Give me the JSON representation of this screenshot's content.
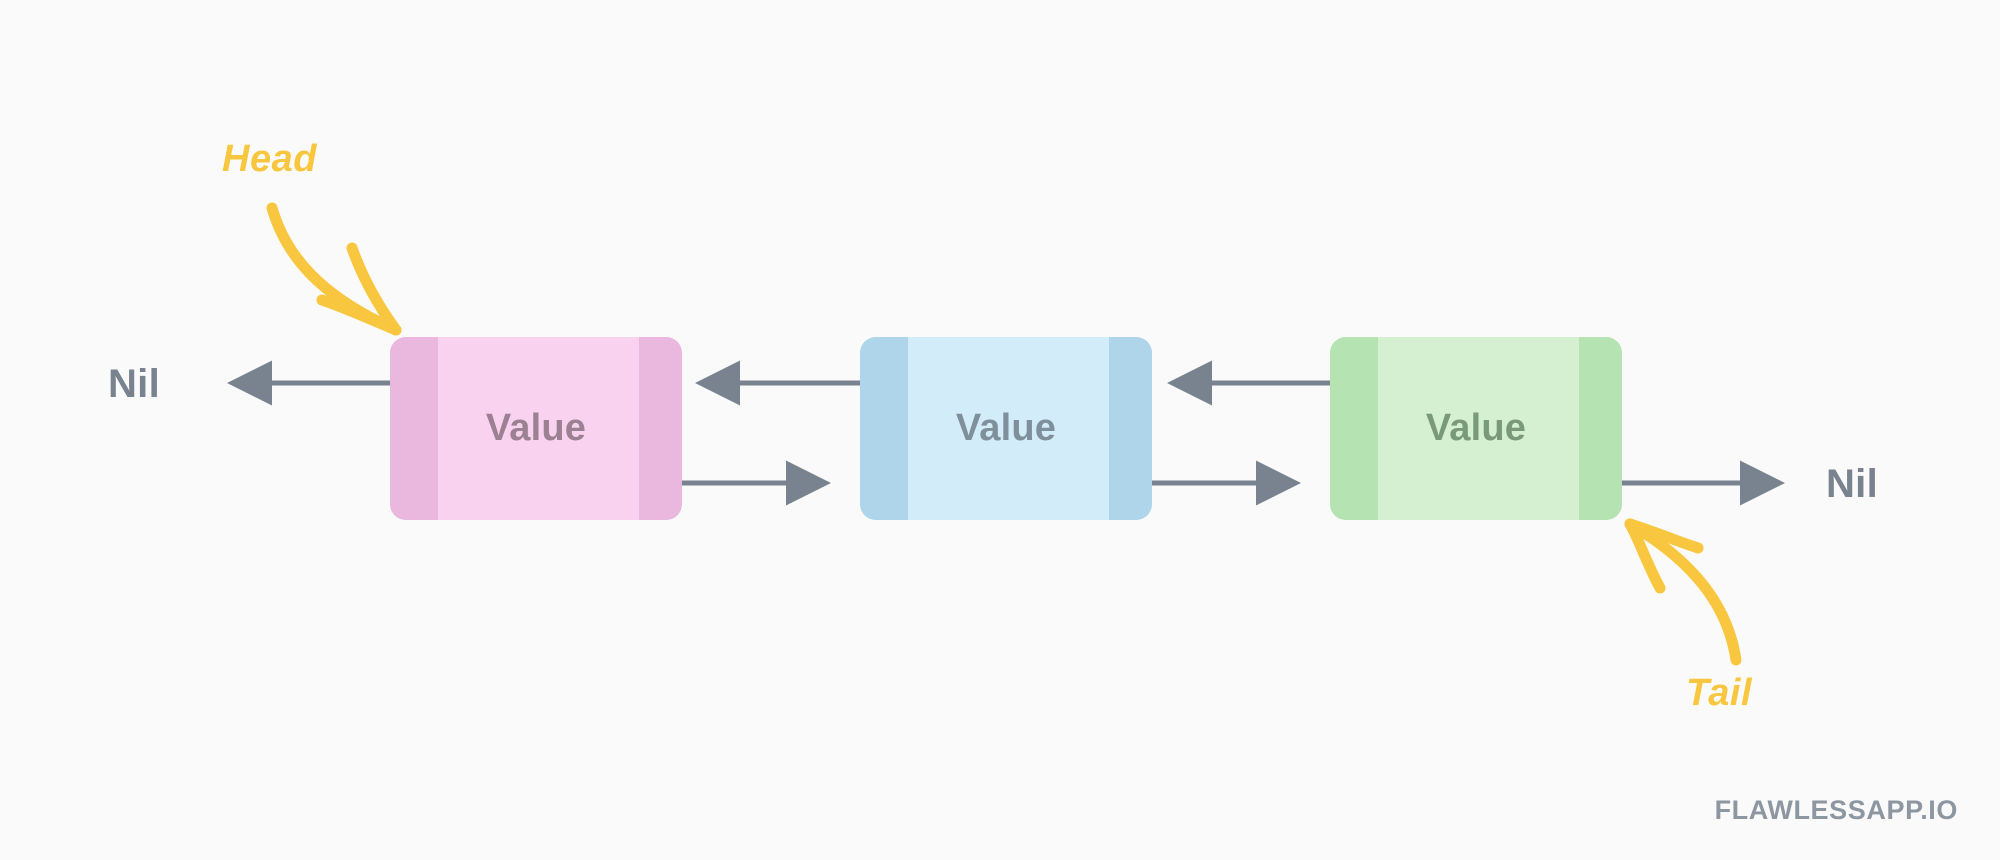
{
  "diagram": {
    "type": "doubly-linked-list",
    "background_color": "#fbfafa",
    "nodes": [
      {
        "id": "node-1",
        "label": "Value",
        "fill": "#f9d2f0",
        "band_fill": "#eab7de",
        "text_color": "#9b8192"
      },
      {
        "id": "node-2",
        "label": "Value",
        "fill": "#d2ecf9",
        "band_fill": "#aed5ea",
        "text_color": "#7f909b"
      },
      {
        "id": "node-3",
        "label": "Value",
        "fill": "#d4f0d1",
        "band_fill": "#b6e3b2",
        "text_color": "#799a78"
      }
    ],
    "terminators": [
      {
        "id": "nil-left",
        "label": "Nil",
        "position": "left"
      },
      {
        "id": "nil-right",
        "label": "Nil",
        "position": "right"
      }
    ],
    "annotations": [
      {
        "id": "head",
        "label": "Head",
        "points_to": "node-1",
        "color": "#f8c73f"
      },
      {
        "id": "tail",
        "label": "Tail",
        "points_to": "node-3",
        "color": "#f8c73f"
      }
    ],
    "connector_color": "#78838f",
    "arrows": [
      {
        "from": "node-1",
        "to": "nil-left",
        "direction": "left",
        "row": "prev"
      },
      {
        "from": "node-2",
        "to": "node-1",
        "direction": "left",
        "row": "prev"
      },
      {
        "from": "node-3",
        "to": "node-2",
        "direction": "left",
        "row": "prev"
      },
      {
        "from": "node-1",
        "to": "node-2",
        "direction": "right",
        "row": "next"
      },
      {
        "from": "node-2",
        "to": "node-3",
        "direction": "right",
        "row": "next"
      },
      {
        "from": "node-3",
        "to": "nil-right",
        "direction": "right",
        "row": "next"
      }
    ]
  },
  "watermark": {
    "text": "FLAWLESSAPP.IO",
    "color": "#8d97a2"
  }
}
